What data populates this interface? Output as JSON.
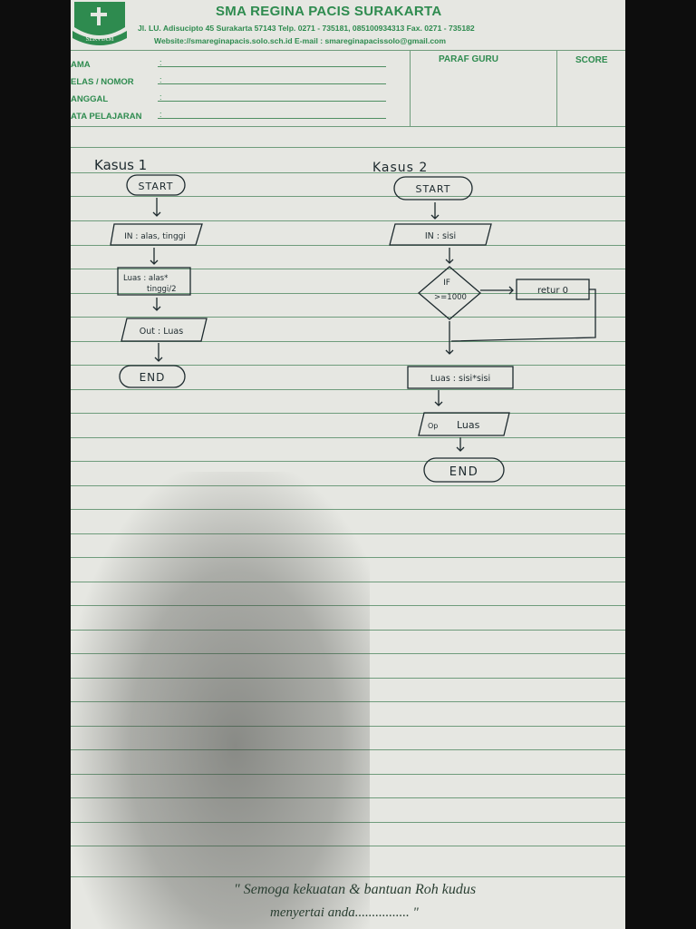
{
  "header": {
    "school_name": "SMA REGINA PACIS SURAKARTA",
    "address": "Jl. LU. Adisucipto 45 Surakarta 57143  Telp. 0271 - 735181, 085100934313 Fax. 0271 - 735182",
    "website": "Website://smareginapacis.solo.sch.id  E-mail : smareginapacissolo@gmail.com",
    "logo_text": "SERVIAM"
  },
  "form": {
    "fields": [
      {
        "label": "AMA"
      },
      {
        "label": "ELAS / NOMOR"
      },
      {
        "label": "ANGGAL"
      },
      {
        "label": "ATA PELAJARAN"
      }
    ],
    "paraf_label": "PARAF GURU",
    "score_label": "SCORE"
  },
  "kasus1": {
    "title": "Kasus 1",
    "start": "START",
    "input": "IN : alas, tinggi",
    "process_line1": "Luas : alas*",
    "process_line2": "tinggi/2",
    "output": "Out : Luas",
    "end": "END"
  },
  "kasus2": {
    "title": "Kasus 2",
    "start": "START",
    "input": "IN : sisi",
    "decision_line1": "IF",
    "decision_line2": ">=1000",
    "retur": "retur 0",
    "process": "Luas : sisi*sisi",
    "output": "Luas",
    "output_prefix": "Op",
    "end": "END"
  },
  "footer": {
    "motto_line1": "\" Semoga kekuatan & bantuan Roh kudus",
    "motto_line2": "menyertai anda................ \""
  },
  "colors": {
    "letterhead_green": "#2e8b4f",
    "rule_green": "#6f9c7c",
    "ink": "#1d2a2e",
    "paper": "#e6e7e2"
  }
}
